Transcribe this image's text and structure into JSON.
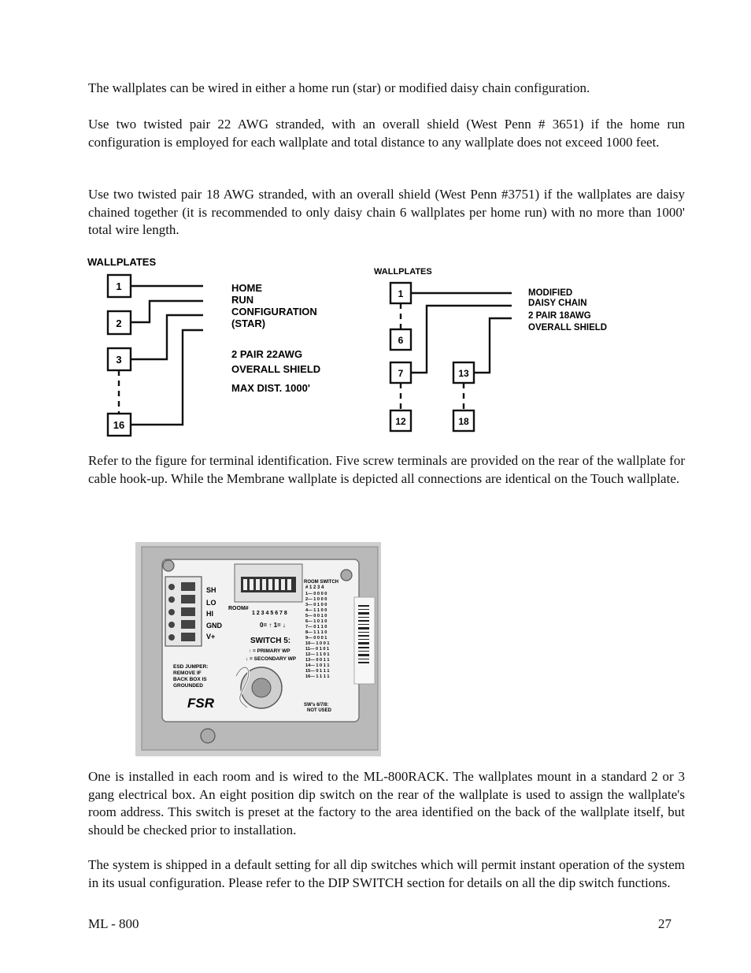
{
  "paragraphs": {
    "p1": "The wallplates can be wired in either a home run (star) or modified daisy chain configuration.",
    "p2": "Use two twisted pair 22 AWG  stranded, with an overall shield  (West Penn # 3651) if the home run configuration is employed for each wallplate and total distance to any wallplate does not exceed 1000 feet.",
    "p3": "Use two twisted pair 18 AWG stranded, with an overall shield (West Penn #3751) if the wallplates are daisy chained together (it is recommended to only daisy chain 6 wallplates per home run) with no more than 1000' total wire length.",
    "p4": "Refer to the  figure for terminal identification. Five screw terminals are provided on the rear of the wallplate for cable hook-up. While the Membrane wallplate is depicted all connections are identical on the Touch wallplate.",
    "p5": "One is installed in each room and is wired to the ML-800RACK. The wallplates mount in a standard 2 or 3 gang electrical box. An eight position dip switch on the rear of the wallplate is used to assign the wallplate's  room address. This switch is preset at the factory to the area identified on the back of the wallplate itself, but should be checked prior to installation.",
    "p6": "The system is shipped in a default setting for all dip switches which will permit instant operation of the system in its usual configuration. Please refer to the DIP SWITCH section for details on all the dip switch functions."
  },
  "home_run_diagram": {
    "title": "WALLPLATES",
    "boxes": [
      "1",
      "2",
      "3",
      "16"
    ],
    "label_lines": [
      "HOME",
      "RUN",
      "CONFIGURATION",
      "(STAR)"
    ],
    "spec_lines": [
      "2  PAIR  22AWG",
      "OVERALL  SHIELD"
    ],
    "max_dist": "MAX  DIST.  1000'"
  },
  "daisy_diagram": {
    "title": "WALLPLATES",
    "boxes": [
      "1",
      "6",
      "7",
      "12",
      "13",
      "18"
    ],
    "label_lines": [
      "MODIFIED",
      "DAISY  CHAIN",
      "2  PAIR  18AWG",
      "OVERALL  SHIELD"
    ]
  },
  "photo_labels": {
    "terminals": [
      "SH",
      "LO",
      "HI",
      "GND",
      "V+"
    ],
    "room_label": "ROOM#",
    "room_digits": "1 2 3 4 5 6 7 8",
    "off_on": "0= ↑   1= ↓",
    "switch5": "SWITCH 5:",
    "primary": "↑ = PRIMARY WP",
    "secondary": "↓ = SECONDARY WP",
    "esd": [
      "ESD JUMPER:",
      "REMOVE IF",
      "BACK BOX IS",
      "GROUNDED"
    ],
    "brand": "FSR",
    "table_head1": "ROOM  SWITCH",
    "table_head2": "#    1 2 3 4",
    "table_rows": [
      "1— 0 0 0 0",
      "2— 1 0 0 0",
      "3— 0 1 0 0",
      "4— 1 1 0 0",
      "5— 0 0 1 0",
      "6— 1 0 1 0",
      "7— 0 1 1 0",
      "8— 1 1 1 0",
      "9— 0 0 0 1",
      "10— 1 0 0 1",
      "11— 0 1 0 1",
      "12— 1 1 0 1",
      "13— 0 0 1 1",
      "14— 1 0 1 1",
      "15— 0 1 1 1",
      "16— 1 1 1 1"
    ],
    "not_used": [
      "SW's 6/7/8:",
      "NOT USED"
    ]
  },
  "footer": {
    "left": "ML - 800",
    "right": "27"
  }
}
